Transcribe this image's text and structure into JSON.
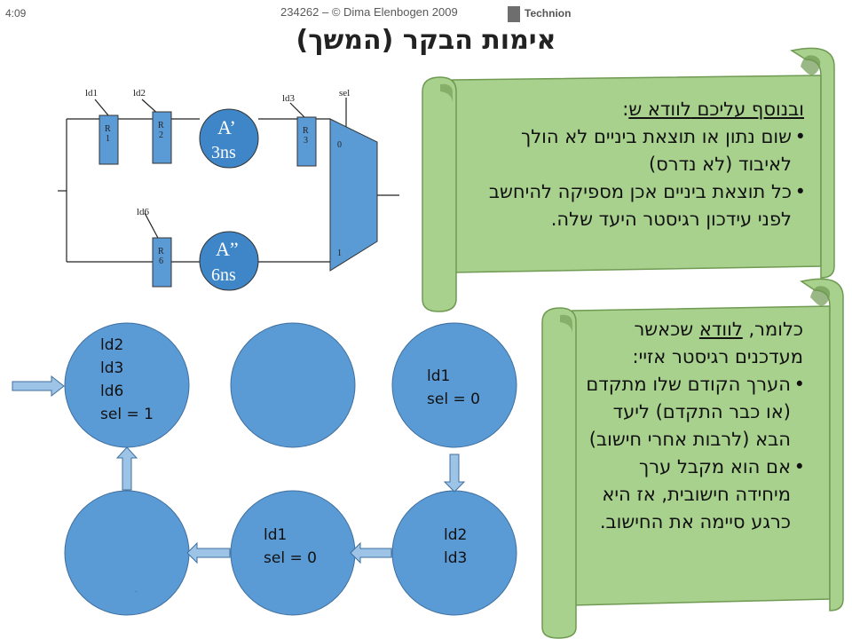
{
  "header": {
    "time": "4:09",
    "copyright": "234262 – © Dima Elenbogen 2009",
    "logo_text": "Technion"
  },
  "title": "אימות הבקר (המשך)",
  "scroll1": {
    "intro_a": "ובנוסף עליכם ",
    "intro_b": "לוודא ש",
    "intro_c": ":",
    "bullet1": "שום נתון או תוצאת ביניים לא הולך לאיבוד (לא נדרס)",
    "bullet2": "כל תוצאת ביניים אכן מספיקה להיחשב לפני עידכון רגיסטר היעד שלה."
  },
  "scroll2": {
    "intro_a": "כלומר, ",
    "intro_b": "לוודא",
    "intro_c": " שכאשר מעדכנים רגיסטר אזיי:",
    "bullet1": "הערך הקודם שלו מתקדם (או כבר התקדם) ליעד הבא (לרבות אחרי חישוב)",
    "bullet2": "אם הוא מקבל ערך מיחידה חישובית, אז היא כרגע סיימה את החישוב."
  },
  "circuit": {
    "ld1": "ld1",
    "ld2": "ld2",
    "ld3": "ld3",
    "ld6": "ld6",
    "sel": "sel",
    "r1": "R",
    "r1n": "1",
    "r2": "R",
    "r2n": "2",
    "r3": "R",
    "r3n": "3",
    "r6": "R",
    "r6n": "6",
    "a1_name": "A’",
    "a1_time": "3ns",
    "a2_name": "A”",
    "a2_time": "6ns",
    "mux0": "0",
    "mux1": "1"
  },
  "fsm": {
    "s1": [
      "ld2",
      "ld3",
      "ld6",
      "sel = 1"
    ],
    "s3": [
      "ld1",
      "sel = 0"
    ],
    "s4": [
      "ld2",
      "ld3"
    ],
    "s5": [
      "ld1",
      "sel = 0"
    ]
  },
  "colors": {
    "scroll_fill": "#a9d18e",
    "scroll_edge": "#6f9a52",
    "fsm_circle": "#5b9bd5",
    "fsm_arrow": "#9dc3e6",
    "ckt_box": "#5b9bd5",
    "ckt_circle": "#3f86c8"
  }
}
